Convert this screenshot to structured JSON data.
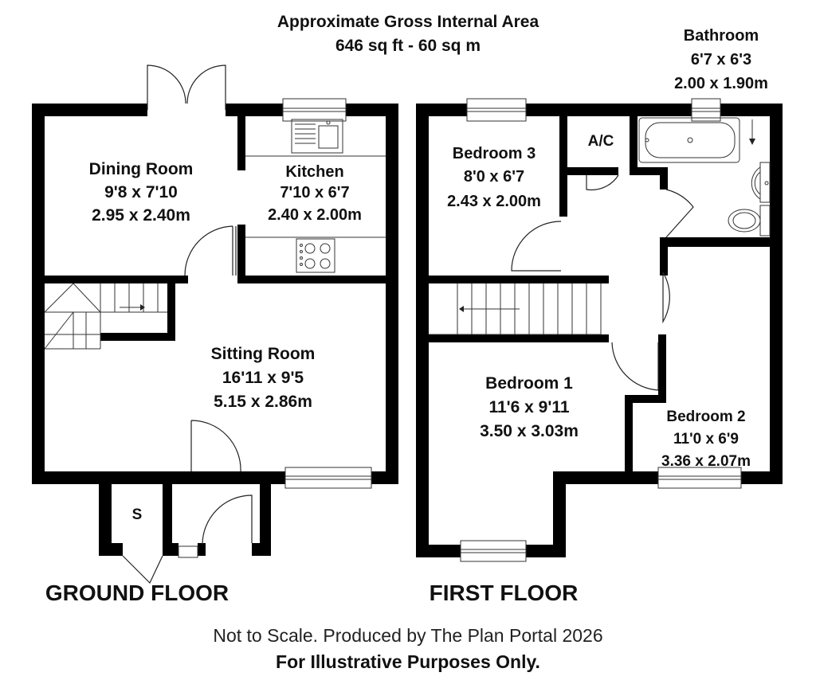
{
  "header": {
    "title": "Approximate Gross Internal Area",
    "area": "646 sq ft - 60 sq m"
  },
  "ground_floor": {
    "label": "GROUND FLOOR",
    "dining_room": {
      "name": "Dining Room",
      "imperial": "9'8 x 7'10",
      "metric": "2.95 x 2.40m"
    },
    "kitchen": {
      "name": "Kitchen",
      "imperial": "7'10 x 6'7",
      "metric": "2.40 x 2.00m"
    },
    "sitting_room": {
      "name": "Sitting Room",
      "imperial": "16'11 x 9'5",
      "metric": "5.15 x 2.86m"
    },
    "store": {
      "name": "S"
    }
  },
  "first_floor": {
    "label": "FIRST FLOOR",
    "bedroom3": {
      "name": "Bedroom 3",
      "imperial": "8'0 x 6'7",
      "metric": "2.43 x 2.00m"
    },
    "airing_cupboard": {
      "name": "A/C"
    },
    "bathroom": {
      "name": "Bathroom",
      "imperial": "6'7 x 6'3",
      "metric": "2.00 x 1.90m"
    },
    "bedroom1": {
      "name": "Bedroom 1",
      "imperial": "11'6 x 9'11",
      "metric": "3.50 x 3.03m"
    },
    "bedroom2": {
      "name": "Bedroom 2",
      "imperial": "11'0 x 6'9",
      "metric": "3.36 x 2.07m"
    }
  },
  "footer": {
    "disclaimer": "Not to Scale. Produced by The Plan Portal 2026",
    "purpose": "For Illustrative Purposes Only."
  }
}
